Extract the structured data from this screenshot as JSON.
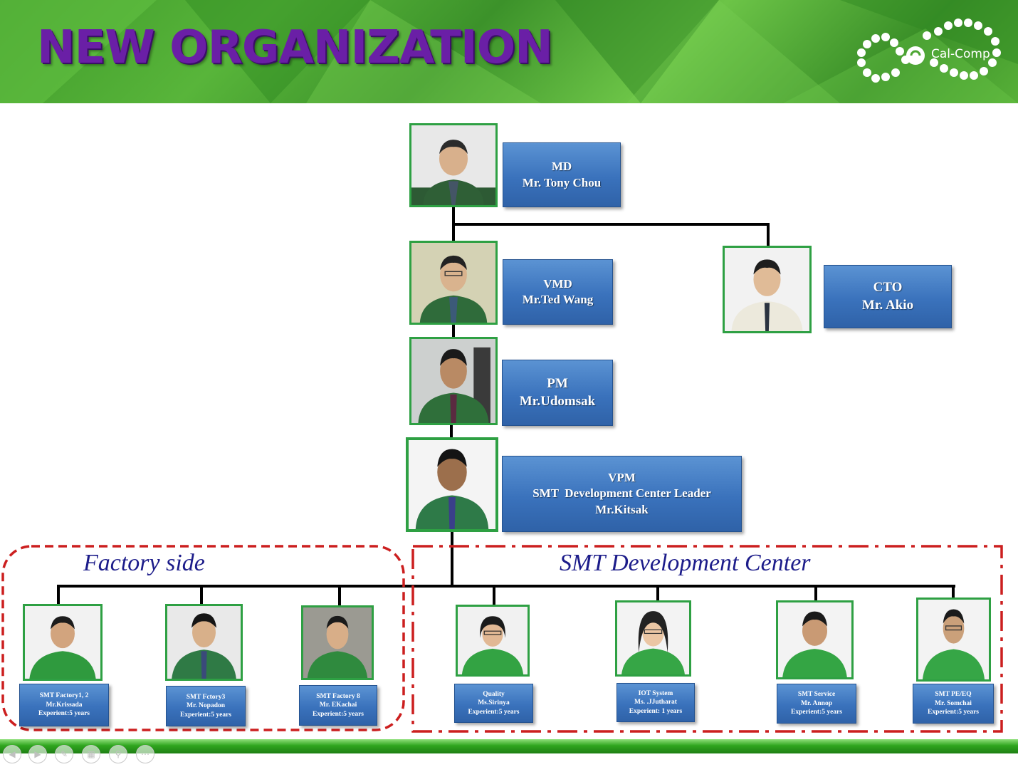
{
  "header": {
    "title": "NEW ORGANIZATION",
    "logo_text": "Cal-Comp"
  },
  "nodes": {
    "md": {
      "role": "MD",
      "name": "Mr. Tony Chou"
    },
    "vmd": {
      "role": "VMD",
      "name": "Mr.Ted Wang"
    },
    "cto": {
      "role": "CTO",
      "name": "Mr. Akio"
    },
    "pm": {
      "role": "PM",
      "name": "Mr.Udomsak"
    },
    "vpm": {
      "role": "VPM",
      "title": "SMT  Development Center Leader",
      "name": "Mr.Kitsak"
    }
  },
  "groups": {
    "factory_label": "Factory side",
    "smt_label": "SMT Development Center"
  },
  "staff": [
    {
      "role": "SMT Factory1, 2",
      "name": "Mr.Krissada",
      "exp": "Experient:5 years"
    },
    {
      "role": "SMT Fctory3",
      "name": "Mr. Nopadon",
      "exp": "Experient:5 years"
    },
    {
      "role": "SMT Factory 8",
      "name": "Mr. EKachai",
      "exp": "Experient:5 years"
    },
    {
      "role": "Quality",
      "name": "Ms.Sirinya",
      "exp": "Experient:5 years"
    },
    {
      "role": "IOT System",
      "name": "Ms. .JJutharat",
      "exp": "Experient: 1 years"
    },
    {
      "role": "SMT Service",
      "name": "Mr.  Annop",
      "exp": "Experient:5 years"
    },
    {
      "role": "SMT PE/EQ",
      "name": "Mr. Somchai",
      "exp": "Experient:5 years"
    }
  ],
  "colors": {
    "box_blue": "#3a72bc",
    "photo_border": "#2ea043",
    "group_border": "#cc1f1f",
    "title_purple": "#6a1fa6",
    "header_green": "#4ca632"
  },
  "icons": [
    "prev-icon",
    "next-icon",
    "pen-icon",
    "slides-icon",
    "zoom-icon",
    "more-icon"
  ]
}
